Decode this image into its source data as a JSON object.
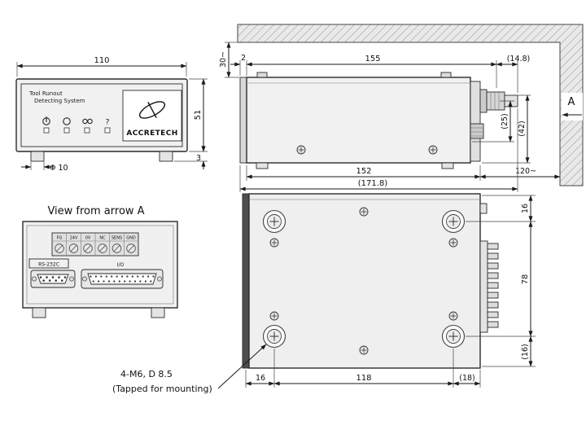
{
  "front_view": {
    "panel_line1": "Tool Runout",
    "panel_line2": "Detecting System",
    "brand": "ACCRETECH",
    "indicator_question": "?",
    "indicator_icons": [
      "power-icon",
      "circle-led-icon",
      "dual-circle-icon",
      "question-icon"
    ],
    "dim_width": "110",
    "dim_height": "51",
    "dim_foot_diameter": "Φ 10",
    "dim_foot_height": "3"
  },
  "side_view": {
    "dim_gap_left": "2",
    "dim_body_length": "155",
    "dim_probe_protrusion": "(14.8)",
    "dim_top_clearance": "30~",
    "dim_height_42": "(42)",
    "dim_height_25": "(25)",
    "dim_base_length": "152",
    "dim_overall_length": "(171.8)",
    "dim_right_clearance": "120~",
    "arrow_label": "A"
  },
  "rear_view": {
    "title": "View from arrow A",
    "terminal_labels": [
      "FG",
      "24V",
      "0V",
      "NC",
      "SENS",
      "GND"
    ],
    "rs232c_label": "RS-232C",
    "io_label": "I/O"
  },
  "bottom_view": {
    "dim_top_offset": "16",
    "dim_hole_pitch_v": "78",
    "dim_bottom_offset": "(16)",
    "dim_left_offset": "16",
    "dim_hole_pitch_h": "118",
    "dim_right_offset": "(18)",
    "note_line1": "4-M6, D 8.5",
    "note_line2": "(Tapped for mounting)"
  }
}
